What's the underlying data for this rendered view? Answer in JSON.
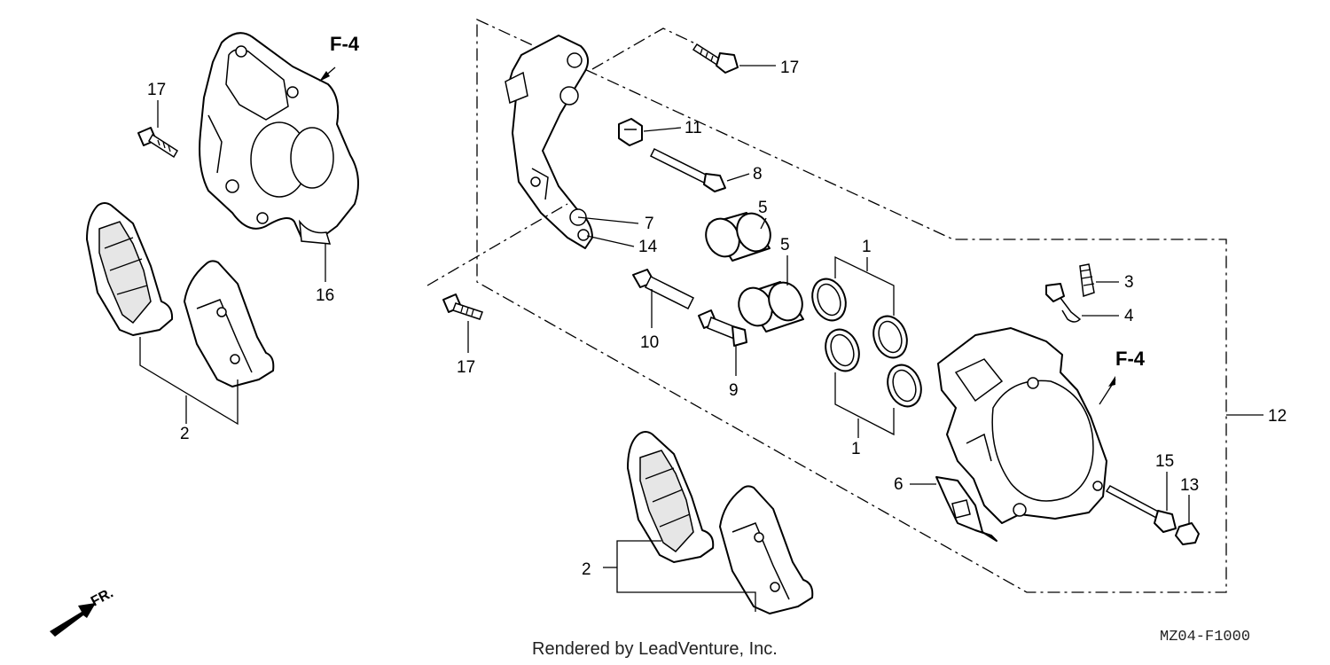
{
  "diagram": {
    "callouts": {
      "c1a": "1",
      "c1b": "1",
      "c2a": "2",
      "c2b": "2",
      "c3": "3",
      "c4": "4",
      "c5a": "5",
      "c5b": "5",
      "c6": "6",
      "c7": "7",
      "c8": "8",
      "c9": "9",
      "c10": "10",
      "c11": "11",
      "c12": "12",
      "c13": "13",
      "c14": "14",
      "c15": "15",
      "c16": "16",
      "c17a": "17",
      "c17b": "17",
      "c17c": "17"
    },
    "refs": {
      "f4a": "F-4",
      "f4b": "F-4"
    },
    "front_label": "FR.",
    "footer": "Rendered by LeadVenture, Inc.",
    "code": "MZ04-F1000"
  },
  "colors": {
    "ink": "#000000",
    "pad_fill": "#e6e6e6",
    "background": "#ffffff"
  },
  "icons": [
    "front-direction-arrow-icon",
    "reference-arrow-icon"
  ]
}
